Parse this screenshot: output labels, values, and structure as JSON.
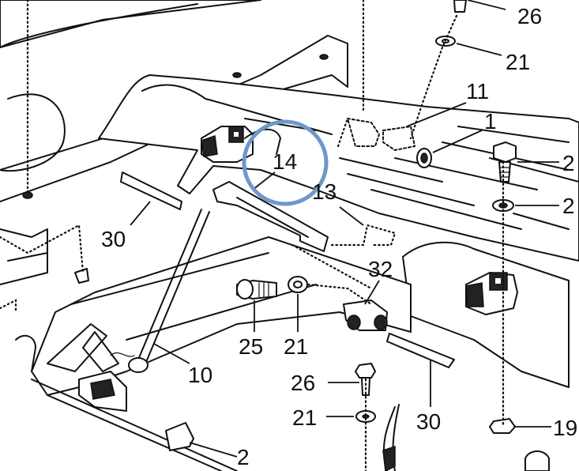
{
  "highlight_color": "#6e98c8",
  "callouts": {
    "c26_top": "26",
    "c21_top": "21",
    "c11": "11",
    "c1": "1",
    "c2_right_a": "2",
    "c2_right_b": "2",
    "c14": "14",
    "c13": "13",
    "c30_left": "30",
    "c32": "32",
    "c25": "25",
    "c21_mid": "21",
    "c10": "10",
    "c26_bottom": "26",
    "c21_bottom": "21",
    "c30_right": "30",
    "c19": "19",
    "c2_bottom": "2"
  },
  "highlighted_callout": "14"
}
